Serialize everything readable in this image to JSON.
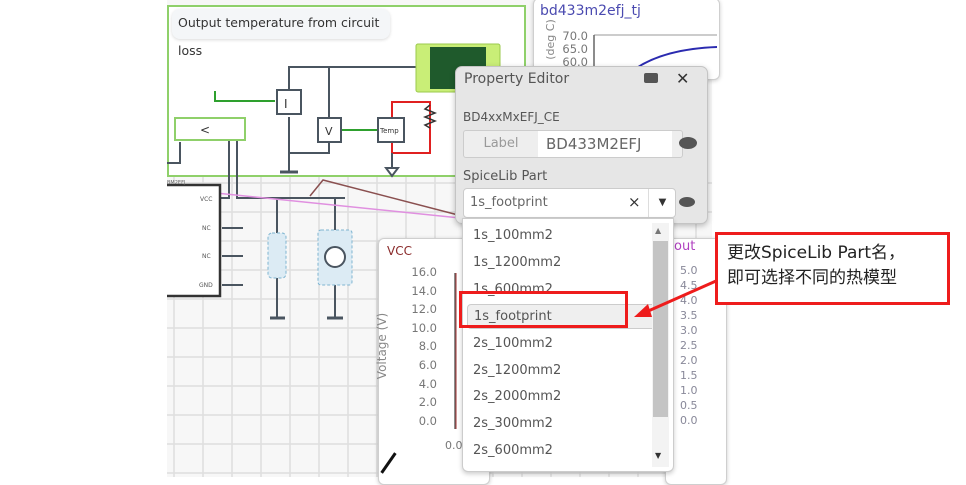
{
  "schematic": {
    "note": "Output temperature from circuit loss",
    "current_source_label": "I",
    "voltmeter_label": "V",
    "temp_label": "Temp",
    "comparator_label": "<",
    "chip_pins": [
      "VCC",
      "NC",
      "NC",
      "GND"
    ],
    "chip_name": "BM2EFJ"
  },
  "tj_chart": {
    "title": "bd433m2efj_tj",
    "ylabel": "(deg C)",
    "ticks": [
      "70.0",
      "65.0",
      "60.0"
    ],
    "line_color": "#2b2bb0"
  },
  "property_editor": {
    "title": "Property Editor",
    "component": "BD4xxMxEFJ_CE",
    "label_button": "Label",
    "label_value": "BD433M2EFJ",
    "spicelib_heading": "SpiceLib Part",
    "spicelib_value": "1s_footprint",
    "clear_glyph": "×",
    "dropdown_glyph": "▼",
    "close_glyph": "✕"
  },
  "dropdown": {
    "items": [
      "1s_100mm2",
      "1s_1200mm2",
      "1s_600mm2",
      "1s_footprint",
      "2s_100mm2",
      "2s_1200mm2",
      "2s_2000mm2",
      "2s_300mm2",
      "2s_600mm2"
    ],
    "selected": "1s_footprint"
  },
  "vcc_chart": {
    "title": "VCC",
    "ylabel": "Voltage (V)",
    "ticks": [
      "16.0",
      "14.0",
      "12.0",
      "10.0",
      "8.0",
      "6.0",
      "4.0",
      "2.0",
      "0.0"
    ],
    "x_tick": "0.0"
  },
  "out_chart": {
    "title": "out",
    "ticks": [
      "5.0",
      "4.5",
      "4.0",
      "3.5",
      "3.0",
      "2.5",
      "2.0",
      "1.5",
      "1.0",
      "0.5",
      "0.0"
    ]
  },
  "callout": {
    "line1": "更改SpiceLib Part名，",
    "line2": "即可选择不同的热模型",
    "color": "#ee1c1c"
  }
}
